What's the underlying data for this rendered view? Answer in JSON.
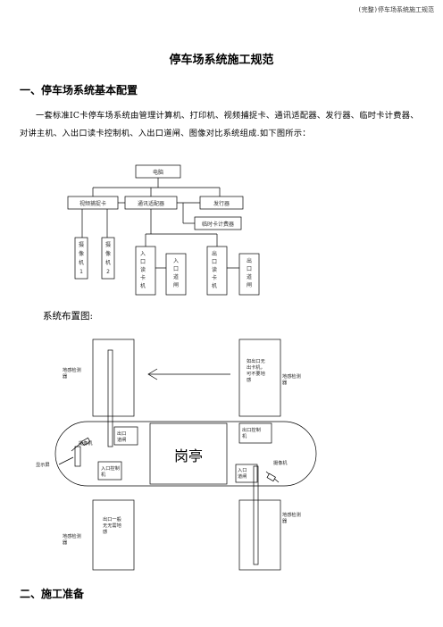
{
  "header": {
    "note": "(完整)停车场系统施工规范"
  },
  "doc": {
    "title": "停车场系统施工规范",
    "section1": "一、停车场系统基本配置",
    "para1": "一套标准IC卡停车场系统由管理计算机、打印机、视频捕捉卡、通讯适配器、发行器、临时卡计费器、对讲主机、入出口读卡控制机、入出口道闸、图像对比系统组成.如下图所示：",
    "layout_label": "系统布置图:",
    "section2": "二、施工准备"
  },
  "topology": {
    "computer": "电脑",
    "capture_card": "视频捕捉卡",
    "adapter": "通讯适配器",
    "issuer": "发行器",
    "temp_meter": "临时卡计费器",
    "camera1": [
      "摄",
      "像",
      "机",
      "1"
    ],
    "camera2": [
      "摄",
      "像",
      "机",
      "2"
    ],
    "entry_reader": [
      "入",
      "口",
      "读",
      "卡",
      "机"
    ],
    "entry_gate": [
      "入",
      "口",
      "道",
      "闸"
    ],
    "exit_reader": [
      "出",
      "口",
      "读",
      "卡",
      "机"
    ],
    "exit_gate": [
      "出",
      "口",
      "道",
      "闸"
    ]
  },
  "layout": {
    "loop_top_left": [
      "地感检测",
      "器"
    ],
    "note_top_right": [
      "如出口无",
      "出卡机，",
      "可不要地",
      "感"
    ],
    "loop_top_right": [
      "地感检测",
      "器"
    ],
    "exit_gate_label": [
      "出口",
      "道闸"
    ],
    "exit_controller": [
      "出口控制",
      "机"
    ],
    "booth": "岗亭",
    "camera_left": "摄像机",
    "display": "显示屏",
    "entry_controller": [
      "入口控制",
      "机"
    ],
    "entry_gate_label": [
      "入口",
      "道闸"
    ],
    "camera_right": "摄像机",
    "note_bottom": [
      "出口一般",
      "无无需地",
      "感"
    ],
    "loop_bottom_left": [
      "地感检测",
      "器"
    ],
    "loop_bottom_right": [
      "地感检测",
      "器"
    ]
  }
}
